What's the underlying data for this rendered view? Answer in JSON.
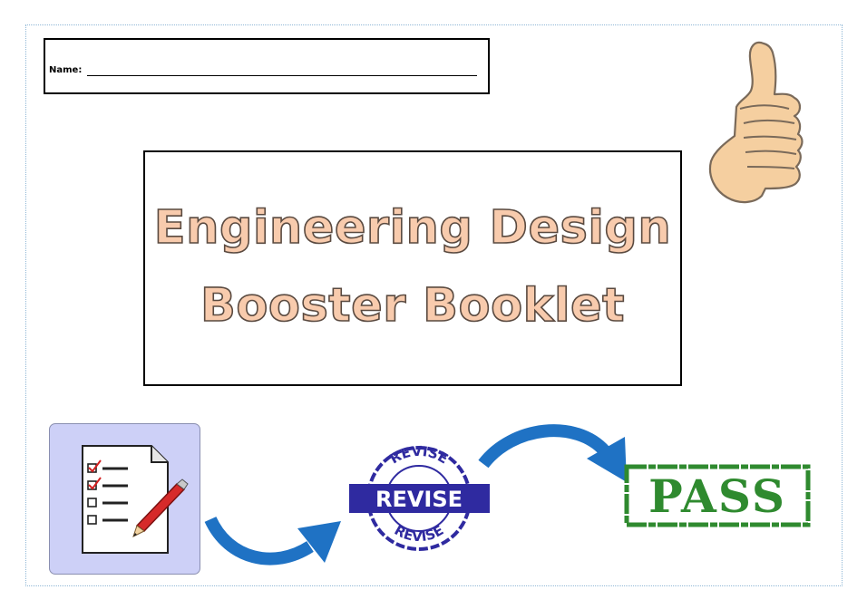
{
  "header": {
    "name_label": "Name:"
  },
  "title": {
    "line1": "Engineering Design",
    "line2": "Booster Booklet"
  },
  "stamps": {
    "revise": "REVISE",
    "revise_ring": "REVISE",
    "pass": "PASS"
  },
  "icons": {
    "thumb": "thumbs-up-icon",
    "checklist": "checklist-icon",
    "arrows": "curved-arrow-icon"
  },
  "colors": {
    "title_fill": "#f8cbad",
    "title_outline": "#5a4a40",
    "arrow_blue": "#1f72c4",
    "revise_purple": "#2f2aa0",
    "pass_green": "#2f8a2f",
    "thumb_skin": "#f5cfa0",
    "tile_background": "#cdd0f7"
  }
}
